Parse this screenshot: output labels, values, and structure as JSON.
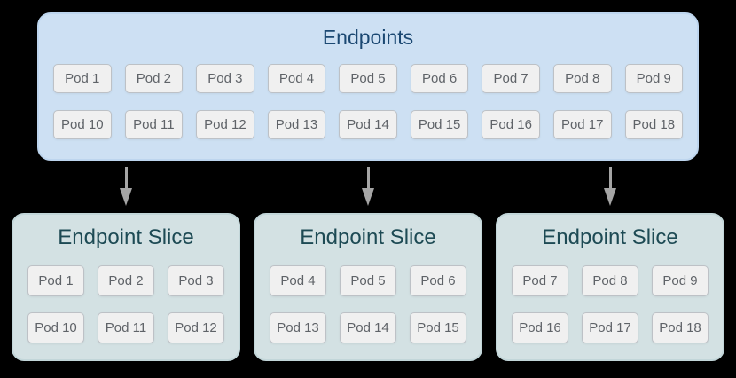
{
  "colors": {
    "background": "#000000",
    "endpoints_fill": "#cde0f3",
    "endpoints_border": "#bdd5ee",
    "endpoints_title": "#1b4872",
    "slice_fill": "#d3e1e3",
    "slice_border": "#c2d6d9",
    "slice_title": "#1d4a54",
    "pod_fill": "#f0f0f0",
    "pod_border": "#bdc1c6",
    "pod_text": "#5f6368",
    "arrow": "#a5a5a5"
  },
  "endpoints_box": {
    "title": "Endpoints",
    "pods_row1": [
      "Pod 1",
      "Pod 2",
      "Pod 3",
      "Pod 4",
      "Pod 5",
      "Pod 6",
      "Pod 7",
      "Pod 8",
      "Pod 9"
    ],
    "pods_row2": [
      "Pod 10",
      "Pod 11",
      "Pod 12",
      "Pod 13",
      "Pod 14",
      "Pod 15",
      "Pod 16",
      "Pod 17",
      "Pod 18"
    ]
  },
  "slices": [
    {
      "title": "Endpoint Slice",
      "pods_row1": [
        "Pod 1",
        "Pod 2",
        "Pod 3"
      ],
      "pods_row2": [
        "Pod 10",
        "Pod 11",
        "Pod 12"
      ]
    },
    {
      "title": "Endpoint Slice",
      "pods_row1": [
        "Pod 4",
        "Pod 5",
        "Pod 6"
      ],
      "pods_row2": [
        "Pod 13",
        "Pod 14",
        "Pod 15"
      ]
    },
    {
      "title": "Endpoint Slice",
      "pods_row1": [
        "Pod 7",
        "Pod 8",
        "Pod 9"
      ],
      "pods_row2": [
        "Pod 16",
        "Pod 17",
        "Pod 18"
      ]
    }
  ]
}
